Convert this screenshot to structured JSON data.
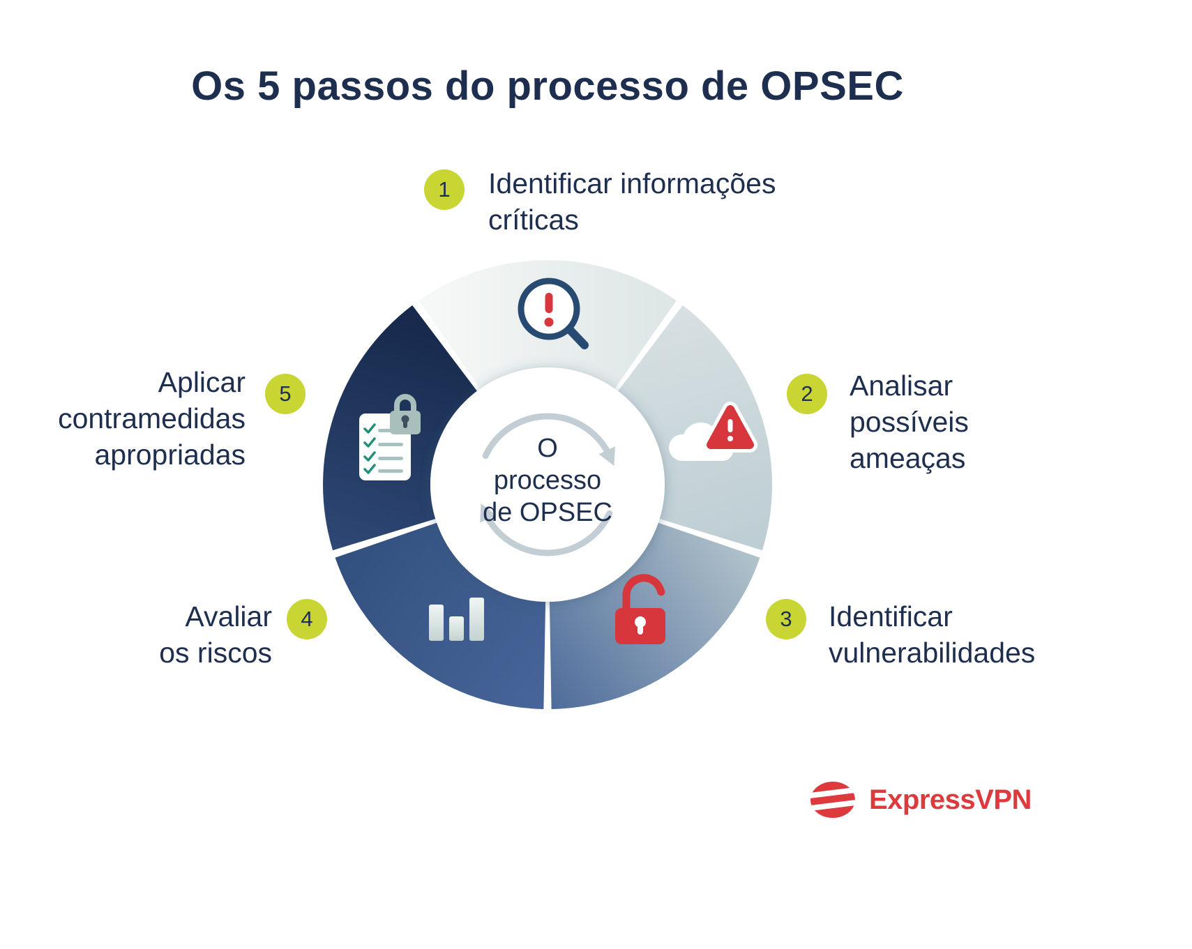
{
  "title": "Os 5 passos do processo de OPSEC",
  "center": {
    "lines": [
      "O",
      "processo",
      "de OPSEC"
    ]
  },
  "steps": [
    {
      "number": "1",
      "lines": [
        "Identificar informações",
        "críticas"
      ],
      "icon": "magnifier-alert-icon"
    },
    {
      "number": "2",
      "lines": [
        "Analisar",
        "possíveis",
        "ameaças"
      ],
      "icon": "cloud-warning-icon"
    },
    {
      "number": "3",
      "lines": [
        "Identificar",
        "vulnerabilidades"
      ],
      "icon": "open-padlock-icon"
    },
    {
      "number": "4",
      "lines": [
        "Avaliar",
        "os riscos"
      ],
      "icon": "bar-chart-icon"
    },
    {
      "number": "5",
      "lines": [
        "Aplicar",
        "contramedidas",
        "apropriadas"
      ],
      "icon": "checklist-lock-icon"
    }
  ],
  "segments": [
    {
      "name": "step-1-segment",
      "gradient": [
        "#f7f9f8",
        "#dde5e5"
      ]
    },
    {
      "name": "step-2-segment",
      "gradient": [
        "#d7e0e2",
        "#bccdd3"
      ]
    },
    {
      "name": "step-3-segment",
      "gradient": [
        "#b2c3cb",
        "#4e6c9b"
      ]
    },
    {
      "name": "step-4-segment",
      "gradient": [
        "#48659a",
        "#32507e"
      ]
    },
    {
      "name": "step-5-segment",
      "gradient": [
        "#2e4875",
        "#16284a"
      ]
    }
  ],
  "colors": {
    "background": "#ffffff",
    "text": "#1e2e4f",
    "badge": "#c8d532",
    "alert_red": "#d6363c",
    "logo_red": "#dd3a3e",
    "arrow_gray": "#c2ced3",
    "icon_navy": "#274a72",
    "check_teal": "#259078",
    "line_teal": "#a8c3bf",
    "lock_sage": "#a9bfbb"
  },
  "logo": {
    "text": "ExpressVPN"
  }
}
